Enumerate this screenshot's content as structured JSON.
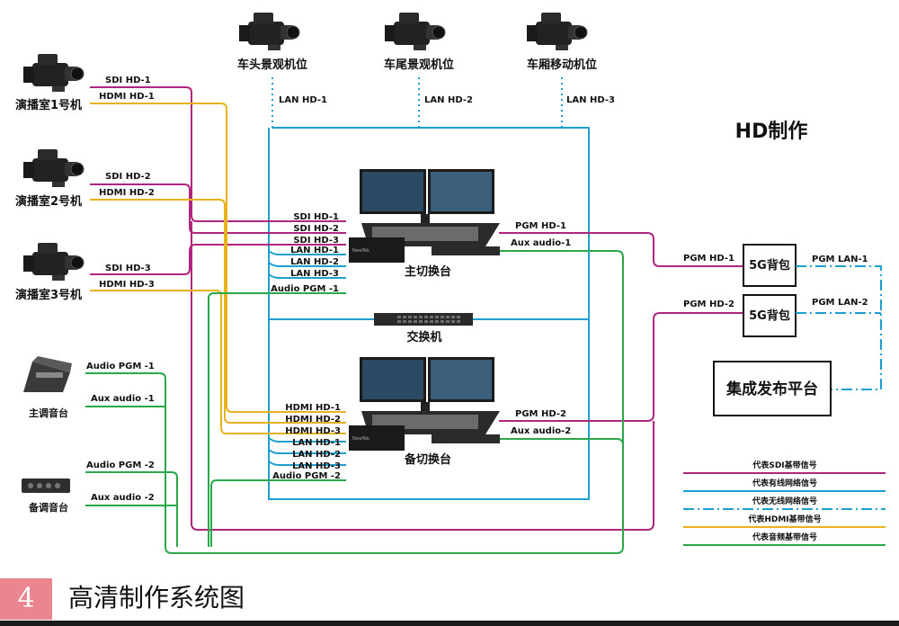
{
  "diagram": {
    "title": "HD制作",
    "cameras_top": [
      "车头景观机位",
      "车尾景观机位",
      "车厢移动机位"
    ],
    "lan_labels": [
      "LAN HD-1",
      "LAN HD-2",
      "LAN HD-3"
    ],
    "studio_cameras": [
      {
        "name": "演播室1号机",
        "sdi": "SDI HD-1",
        "hdmi": "HDMI HD-1"
      },
      {
        "name": "演播室2号机",
        "sdi": "SDI HD-2",
        "hdmi": "HDMI HD-2"
      },
      {
        "name": "演播室3号机",
        "sdi": "SDI HD-3",
        "hdmi": "HDMI HD-3"
      }
    ],
    "main_switcher": {
      "name": "主切换台",
      "inputs": [
        "SDI HD-1",
        "SDI HD-2",
        "SDI HD-3",
        "LAN HD-1",
        "LAN HD-2",
        "LAN HD-3",
        "Audio PGM -1"
      ],
      "out_pgm": "PGM HD-1",
      "out_aux": "Aux audio-1"
    },
    "backup_switcher": {
      "name": "备切换台",
      "inputs": [
        "HDMI HD-1",
        "HDMI HD-2",
        "HDMI HD-3",
        "LAN HD-1",
        "LAN HD-2",
        "LAN HD-3",
        "Audio PGM -2"
      ],
      "out_pgm": "PGM HD-2",
      "out_aux": "Aux audio-2"
    },
    "switch_label": "交换机",
    "mixers": [
      {
        "name": "主调音台",
        "pgm": "Audio PGM -1",
        "aux": "Aux audio -1"
      },
      {
        "name": "备调音台",
        "pgm": "Audio PGM -2",
        "aux": "Aux audio -2"
      }
    ],
    "backpacks": [
      {
        "name": "5G背包",
        "in": "PGM HD-1",
        "out": "PGM LAN-1"
      },
      {
        "name": "5G背包",
        "in": "PGM HD-2",
        "out": "PGM LAN-2"
      }
    ],
    "platform": "集成发布平台"
  },
  "legend": [
    {
      "label": "代表SDI基带信号",
      "color": "#b0267f",
      "style": "solid"
    },
    {
      "label": "代表有线网络信号",
      "color": "#1e9fd0",
      "style": "solid"
    },
    {
      "label": "代表无线网络信号",
      "color": "#1e9fd0",
      "style": "dashdot"
    },
    {
      "label": "代表HDMI基带信号",
      "color": "#e8b21c",
      "style": "solid"
    },
    {
      "label": "代表音频基带信号",
      "color": "#2aa84a",
      "style": "solid"
    }
  ],
  "colors": {
    "sdi": "#b0267f",
    "lan": "#1e9fd0",
    "hdmi": "#e8b21c",
    "audio": "#2aa84a"
  },
  "caption": {
    "number": "4",
    "title": "高清制作系统图"
  }
}
